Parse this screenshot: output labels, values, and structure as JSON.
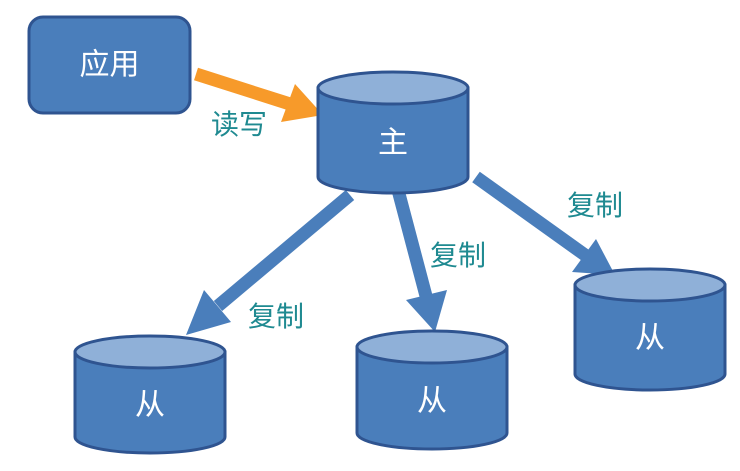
{
  "colors": {
    "node_fill": "#4a7ebb",
    "node_top": "#8fb0d8",
    "node_stroke": "#2f5490",
    "read_write_arrow": "#f79a2a",
    "replicate_arrow": "#4a7ebb",
    "edge_label": "#1f8a91"
  },
  "nodes": {
    "app": {
      "label": "应用"
    },
    "master": {
      "label": "主"
    },
    "slave_left": {
      "label": "从"
    },
    "slave_middle": {
      "label": "从"
    },
    "slave_right": {
      "label": "从"
    }
  },
  "edges": {
    "read_write": {
      "label": "读写"
    },
    "replicate_left": {
      "label": "复制"
    },
    "replicate_middle": {
      "label": "复制"
    },
    "replicate_right": {
      "label": "复制"
    }
  }
}
